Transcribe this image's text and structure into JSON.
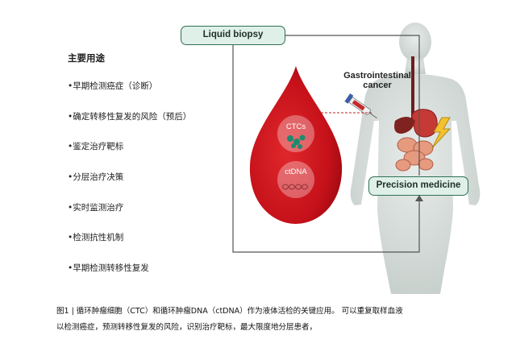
{
  "diagram": {
    "biopsy_label": "Liquid biopsy",
    "precision_label": "Precision medicine",
    "gi_cancer_label": [
      "Gastrointestinal",
      "cancer"
    ],
    "ctc_label": "CTCs",
    "ctdna_label": "ctDNA"
  },
  "uses": {
    "title": "主要用途",
    "items": [
      "•早期检测癌症（诊断）",
      "•确定转移性复发的风险（预后）",
      "•鉴定治疗靶标",
      "•分层治疗决策",
      "•实时监测治疗",
      "•检测抗性机制",
      "•早期检测转移性复发"
    ]
  },
  "caption": {
    "line1": "图1 | 循环肿瘤细胞（CTC）和循环肿瘤DNA（ctDNA）作为液体活检的关键应用。 可以重复取样血液",
    "line2": "以检测癌症，预测转移性复发的风险，识别治疗靶标，最大限度地分层患者，"
  }
}
